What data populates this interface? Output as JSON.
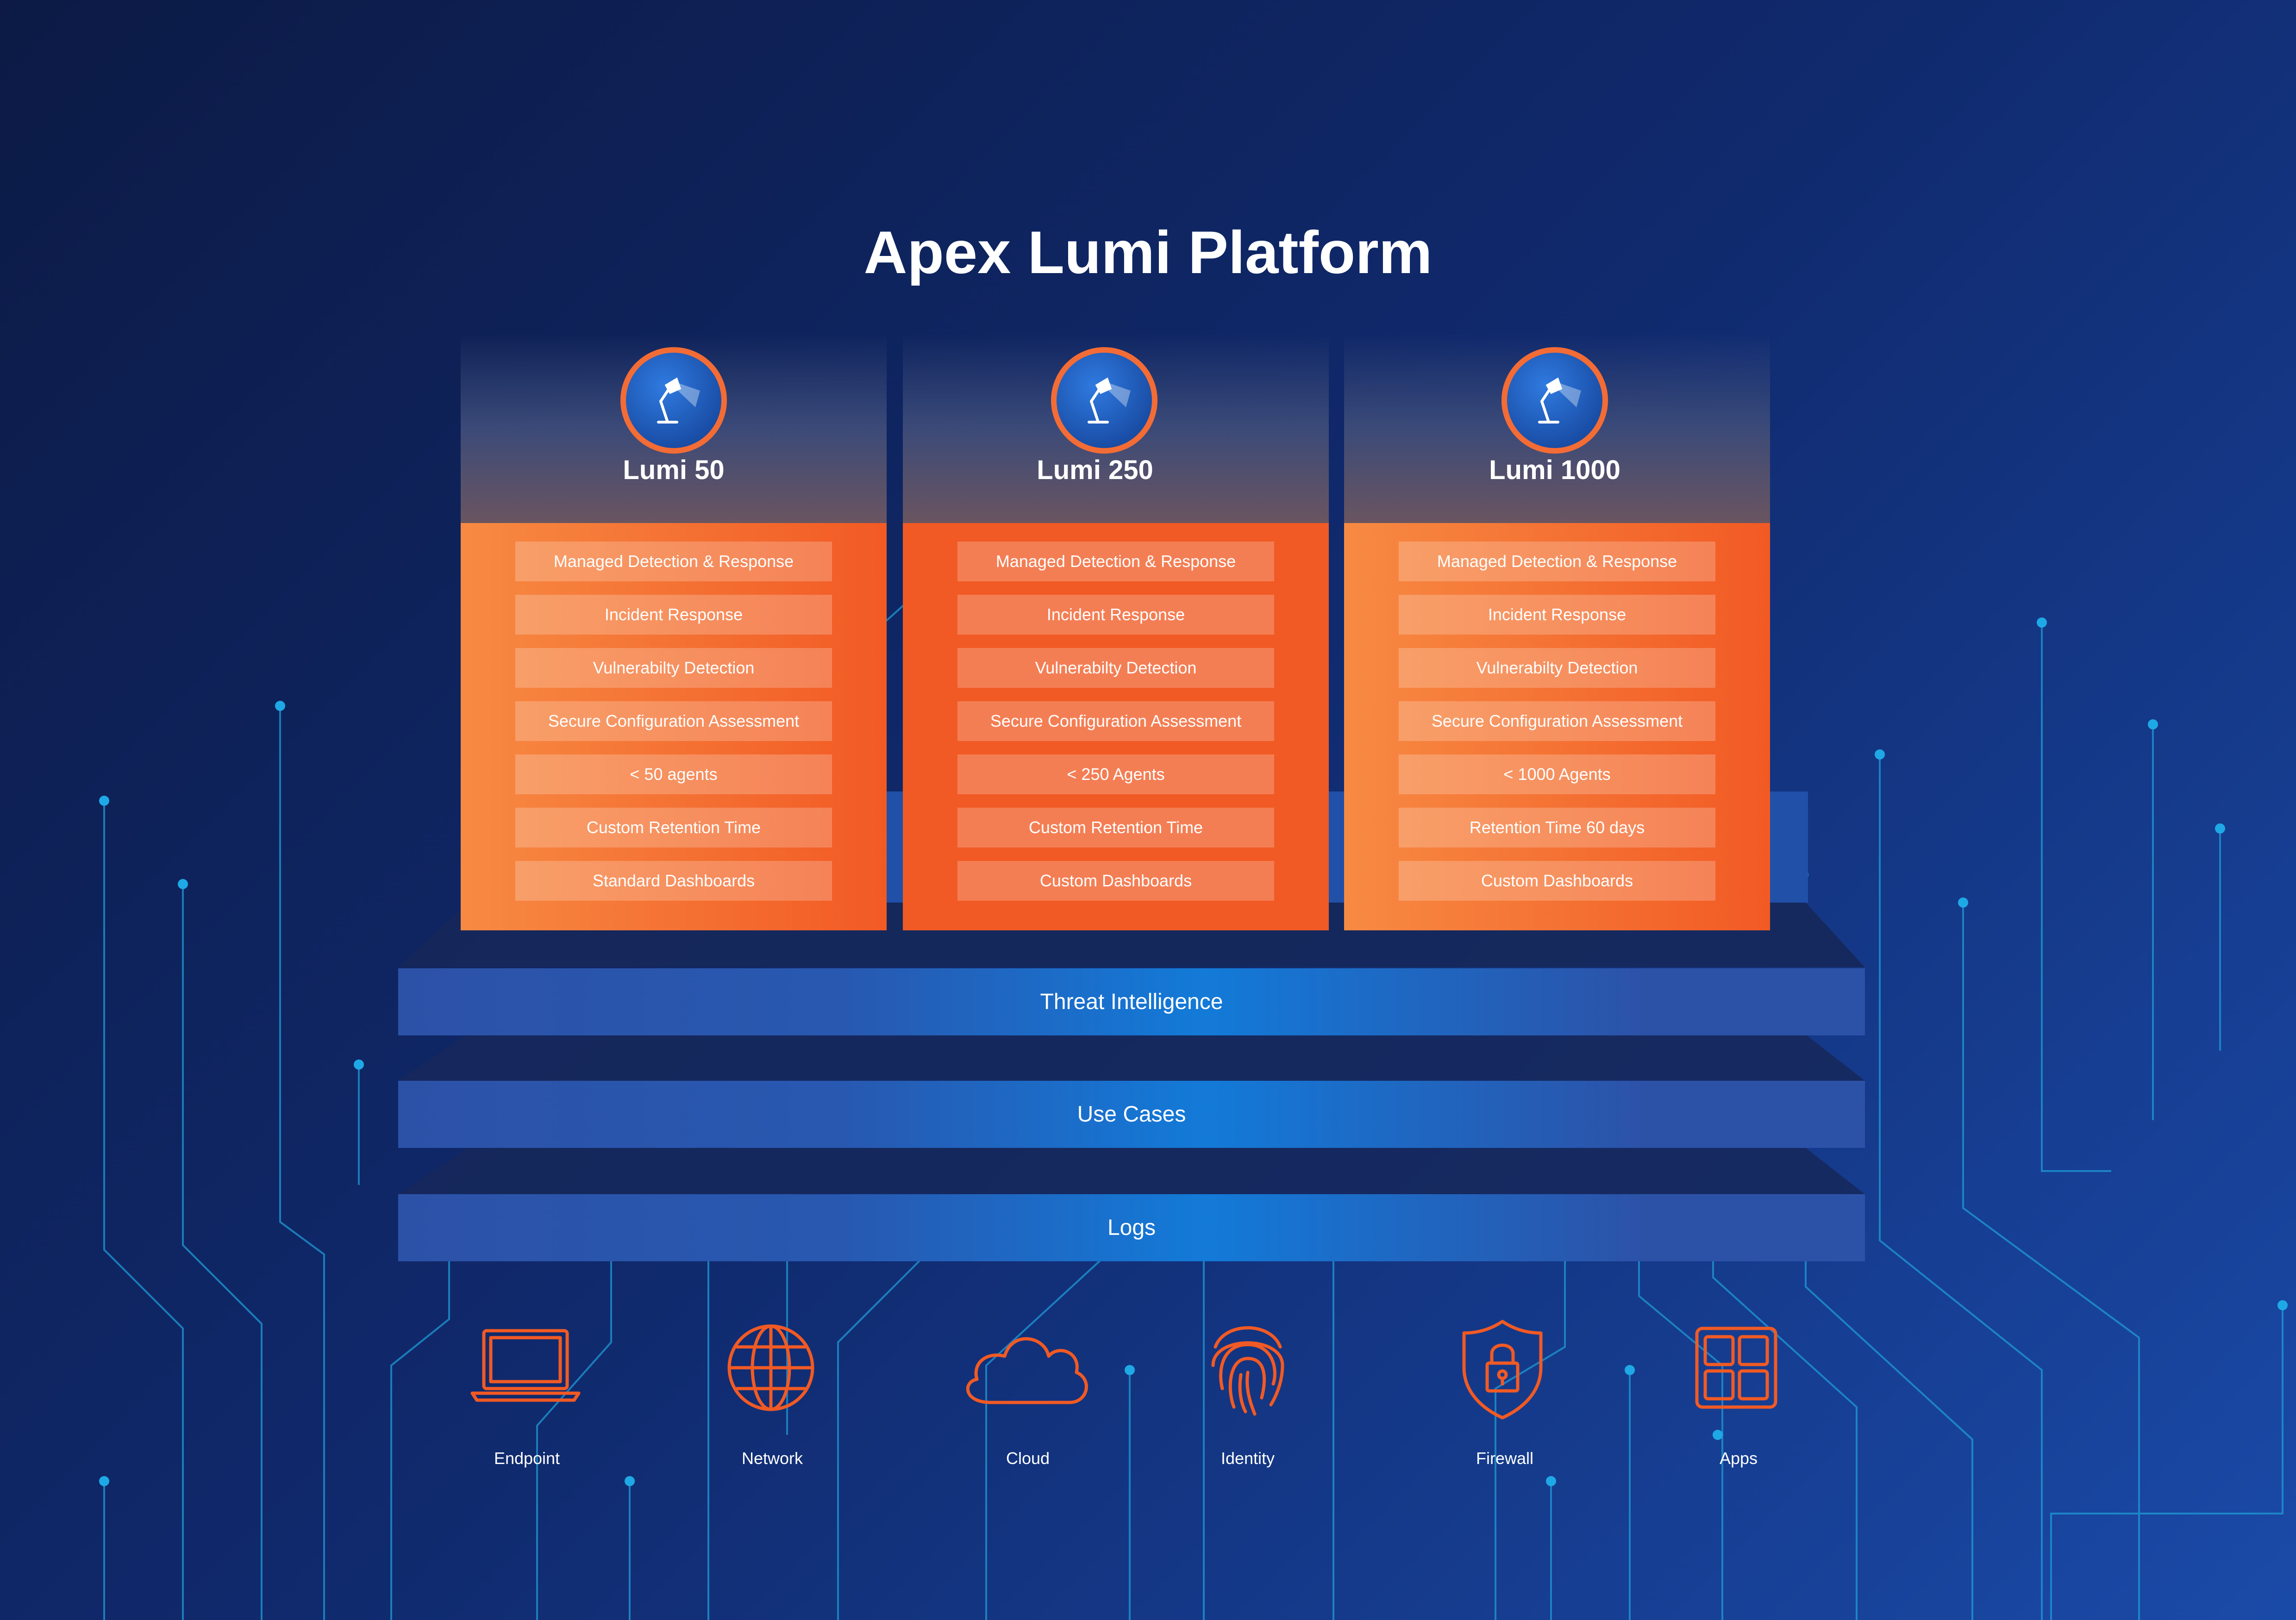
{
  "title": "Apex Lumi Platform",
  "colors": {
    "accent_orange": "#f15a24",
    "band_blue": "#2c52a8",
    "circuit_line": "#1f9ad6",
    "background_dark": "#0c1a45"
  },
  "tiers": [
    {
      "name": "Lumi 50",
      "icon": "desk-lamp-icon",
      "features": [
        "Managed Detection & Response",
        "Incident Response",
        "Vulnerabilty Detection",
        "Secure Configuration Assessment",
        "< 50 agents",
        "Custom Retention Time",
        "Standard Dashboards"
      ]
    },
    {
      "name": "Lumi 250",
      "icon": "desk-lamp-icon",
      "features": [
        "Managed Detection & Response",
        "Incident Response",
        "Vulnerabilty Detection",
        "Secure Configuration Assessment",
        "< 250 Agents",
        "Custom Retention Time",
        "Custom Dashboards"
      ]
    },
    {
      "name": "Lumi 1000",
      "icon": "desk-lamp-icon",
      "features": [
        "Managed Detection & Response",
        "Incident Response",
        "Vulnerabilty Detection",
        "Secure Configuration Assessment",
        "< 1000 Agents",
        "Retention Time 60 days",
        "Custom Dashboards"
      ]
    }
  ],
  "layers": [
    "Threat Intelligence",
    "Use Cases",
    "Logs"
  ],
  "sources": [
    {
      "label": "Endpoint",
      "icon": "laptop-icon"
    },
    {
      "label": "Network",
      "icon": "globe-icon"
    },
    {
      "label": "Cloud",
      "icon": "cloud-icon"
    },
    {
      "label": "Identity",
      "icon": "fingerprint-icon"
    },
    {
      "label": "Firewall",
      "icon": "shield-lock-icon"
    },
    {
      "label": "Apps",
      "icon": "apps-grid-icon"
    }
  ]
}
